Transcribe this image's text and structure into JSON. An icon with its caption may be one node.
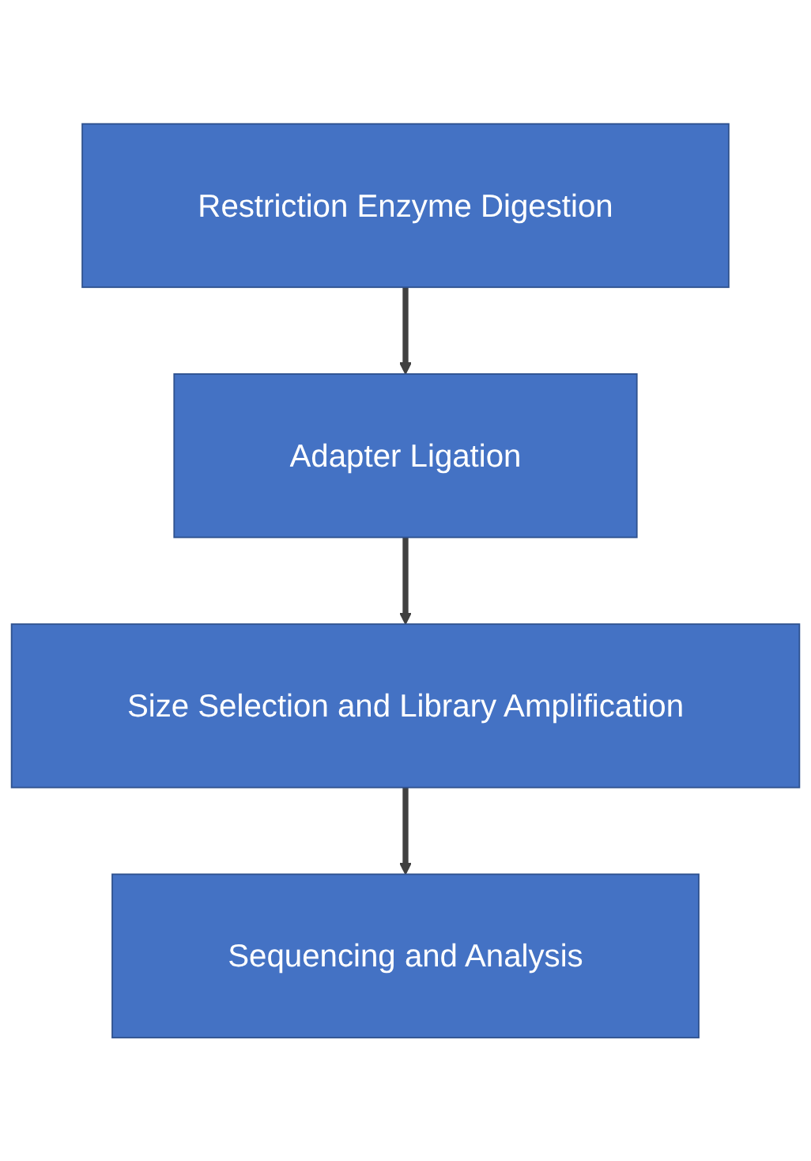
{
  "diagram": {
    "nodes": [
      {
        "text": [
          "Restriction Enzyme Digestion"
        ]
      },
      {
        "text": [
          "Adapter Ligation"
        ]
      },
      {
        "text": [
          "Size Selection and Library Amplification"
        ]
      },
      {
        "text": [
          "Sequencing and Analysis"
        ]
      }
    ],
    "edges": [
      {
        "from": 0,
        "to": 1,
        "arrow": "to"
      },
      {
        "from": 1,
        "to": 2,
        "arrow": "to"
      },
      {
        "from": 2,
        "to": 3,
        "arrow": "to"
      }
    ]
  }
}
